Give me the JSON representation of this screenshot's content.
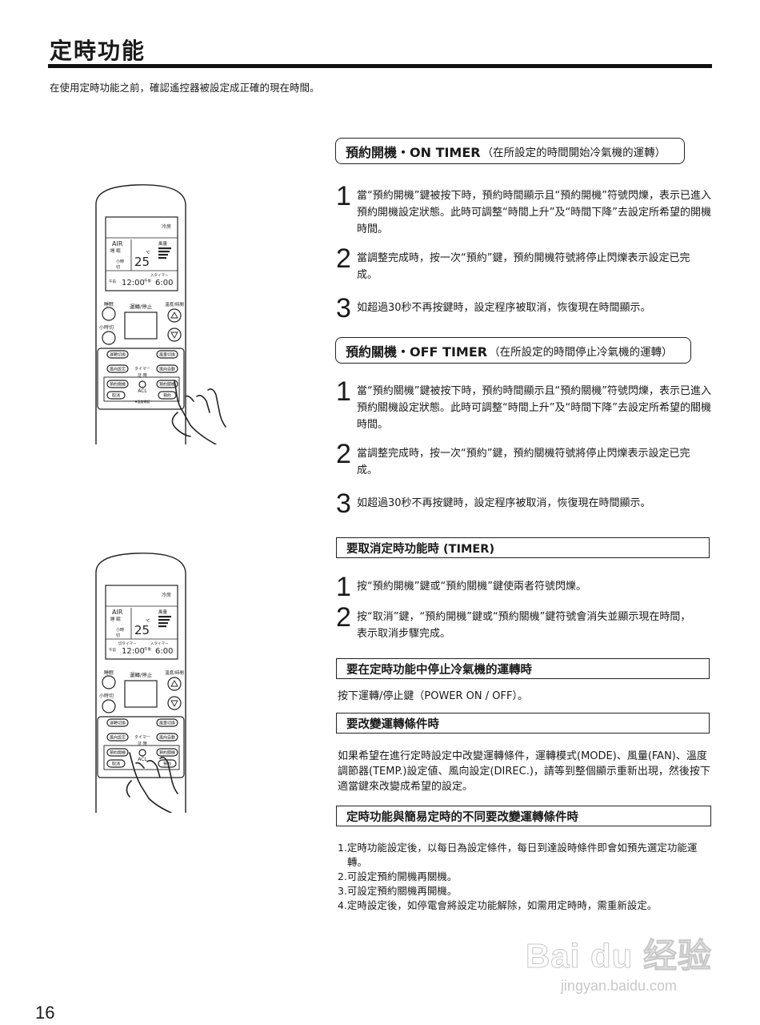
{
  "page": {
    "title": "定時功能",
    "intro": "在使用定時功能之前，確認遙控器被設定成正確的現在時間。",
    "page_number": "16"
  },
  "on_timer": {
    "heading": "預約開機・ON TIMER",
    "heading_note": "（在所設定的時間開始冷氣機的運轉）",
    "steps": [
      {
        "num": "1",
        "text": "當“預約開機”鍵被按下時，預約時間顯示且“預約開機”符號閃爍，表示已進入預約開機設定狀態。此時可調整“時間上升”及“時間下降”去設定所希望的開機時間。"
      },
      {
        "num": "2",
        "text": "當調整完成時，按一次“預約”鍵，預約開機符號將停止閃爍表示設定已完成。"
      },
      {
        "num": "3",
        "text": "如超過30秒不再按鍵時，設定程序被取消，恢復現在時間顯示。"
      }
    ]
  },
  "off_timer": {
    "heading": "預約關機・OFF TIMER",
    "heading_note": "（在所設定的時間停止冷氣機的運轉）",
    "steps": [
      {
        "num": "1",
        "text": "當“預約關機”鍵被按下時，預約時間顯示且“預約關機”符號閃爍，表示已進入預約關機設定狀態。此時可調整“時間上升”及“時間下降”去設定所希望的關機時間。"
      },
      {
        "num": "2",
        "text": "當調整完成時，按一次“預約”鍵，預約關機符號將停止閃爍表示設定已完成。"
      },
      {
        "num": "3",
        "text": "如超過30秒不再按鍵時，設定程序被取消，恢復現在時間顯示。"
      }
    ]
  },
  "cancel_timer": {
    "heading": "要取消定時功能時 (TIMER)",
    "steps": [
      {
        "num": "1",
        "text": "按“預約開機”鍵或“預約關機”鍵使兩者符號閃爍。"
      },
      {
        "num": "2",
        "text": "按“取消”鍵，“預約開機”鍵或“預約關機”鍵符號會消失並顯示現在時間，表示取消步驟完成。"
      }
    ]
  },
  "stop_during_timer": {
    "heading": "要在定時功能中停止冷氣機的運轉時",
    "text": "按下運轉/停止鍵（POWER ON / OFF）。"
  },
  "change_conditions": {
    "heading": "要改變運轉條件時",
    "text": "如果希望在進行定時設定中改變運轉條件，運轉模式(MODE)、風量(FAN)、溫度調節器(TEMP.)設定値、風向設定(DIREC.)，請等到整個顯示重新出現，然後按下適當鍵來改變成希望的設定。"
  },
  "difference": {
    "heading": "定時功能與簡易定時的不同要改變運轉條件時",
    "items": [
      "1.定時功能設定後，以每日為設定條件，每日到達設時條件即會如預先選定功能運轉。",
      "2.可設定預約開機再關機。",
      "3.可設定預約關機再開機。",
      "4.定時設定後，如停電會將設定功能解除，如需用定時時，需重新設定。"
    ]
  },
  "remote": {
    "lcd_mode": "冷房",
    "lcd_air": "AIR",
    "lcd_sleep": "睡 眠",
    "lcd_fan": "風量",
    "lcd_temp": "25",
    "lcd_unit": "℃",
    "lcd_hour": "小時",
    "lcd_cut": "切",
    "lcd_on_label": "入タイマー",
    "lcd_off_label": "切タイマー",
    "lcd_am": "午前",
    "lcd_pm": "午後",
    "lcd_time1": "12:00",
    "lcd_time2": "6:00",
    "btn_sleep": "睡眠",
    "btn_hour_cut": "小時切",
    "btn_power": "運轉/停止",
    "btn_temp_time": "溫度/時間",
    "btn_mode": "運轉切換",
    "btn_fan": "風量切換",
    "btn_dir_set": "風向設定",
    "btn_dir_auto": "風向自動",
    "btn_timer_top": "タイマー",
    "btn_timer_bottom": "計 時",
    "btn_on_timer": "預約開機",
    "btn_off_timer": "預約關機",
    "btn_acl": "ACL",
    "btn_cancel": "取消",
    "btn_reserve": "預約",
    "btn_temp_check": "▼溫度確認"
  },
  "watermark": {
    "brand": "Bai du 经验",
    "url": "jingyan.baidu.com"
  }
}
